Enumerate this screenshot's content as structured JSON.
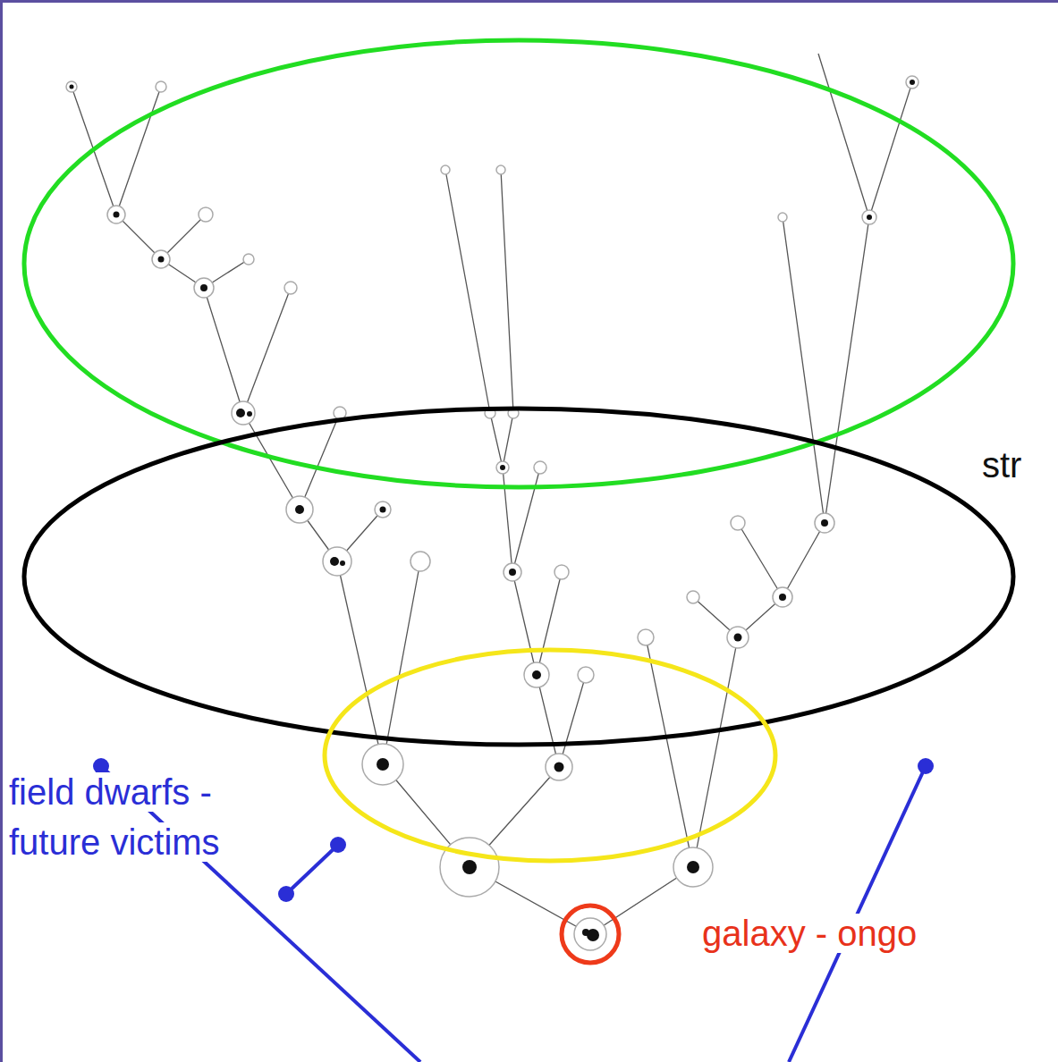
{
  "diagram": {
    "labels": [
      "str",
      "field dwarfs - future victims",
      "galaxy - ongo"
    ]
  }
}
